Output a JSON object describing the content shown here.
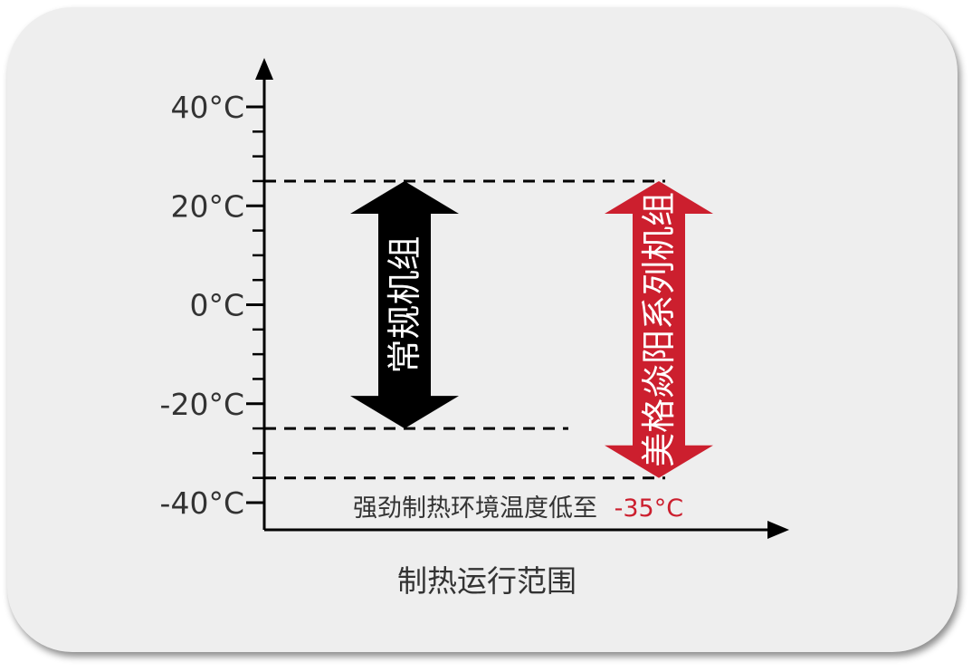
{
  "chart_data": {
    "type": "range",
    "xlabel": "制热运行范围",
    "ylabel": "",
    "ylim": [
      -45,
      48
    ],
    "y_ticks": [
      {
        "value": 40,
        "label": "40°C"
      },
      {
        "value": 20,
        "label": "20°C"
      },
      {
        "value": 0,
        "label": "0°C"
      },
      {
        "value": -20,
        "label": "-20°C"
      },
      {
        "value": -40,
        "label": "-40°C"
      }
    ],
    "minor_tick_step": 5,
    "series": [
      {
        "name": "常规机组",
        "min": -25,
        "max": 25,
        "color": "#000000"
      },
      {
        "name": "美格焱阳系列机组",
        "min": -35,
        "max": 25,
        "color": "#cc1f2e"
      }
    ],
    "annotation": {
      "text": "强劲制热环境温度低至",
      "value_text": "-35°C",
      "color": "#cc1f2e"
    }
  }
}
